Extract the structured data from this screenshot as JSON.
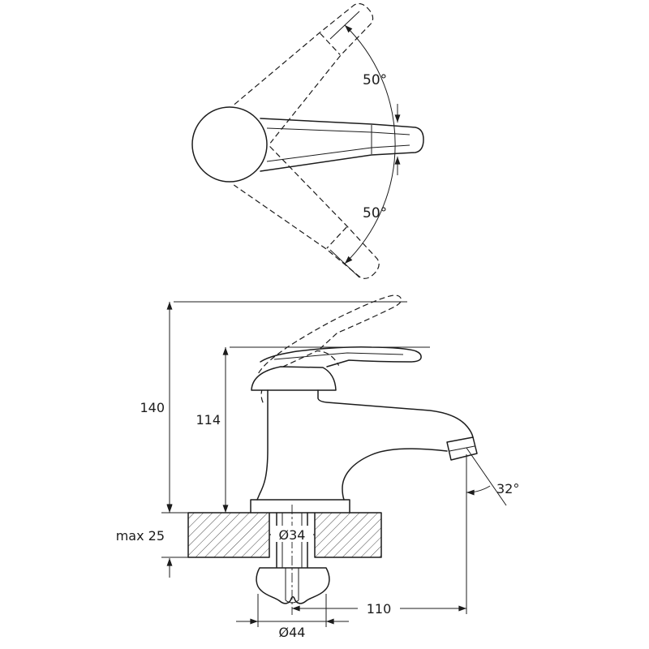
{
  "colors": {
    "line": "#1c1c1c",
    "background": "#ffffff"
  },
  "top_view": {
    "upper_angle_label": "50°",
    "lower_angle_label": "50°"
  },
  "side_view": {
    "labels": {
      "total_height": "140",
      "spout_height": "114",
      "mounting_thickness": "max 25",
      "hole_diameter": "Ø34",
      "spout_angle": "32°",
      "spout_reach": "110",
      "base_diameter": "Ø44"
    }
  }
}
